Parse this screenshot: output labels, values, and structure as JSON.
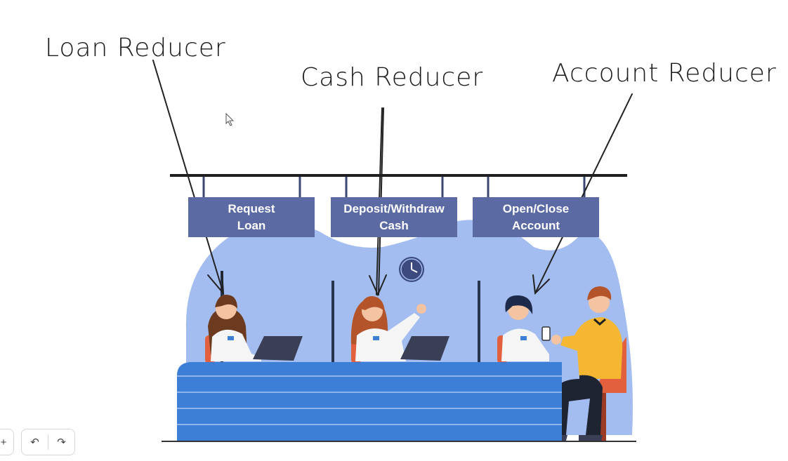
{
  "labels": {
    "loan": "Loan Reducer",
    "cash": "Cash Reducer",
    "account": "Account Reducer"
  },
  "signs": {
    "loan": [
      "Request",
      "Loan"
    ],
    "cash": [
      "Deposit/Withdraw",
      "Cash"
    ],
    "account": [
      "Open/Close",
      "Account"
    ]
  },
  "toolbar": {
    "zoom_in": "+",
    "undo": "↶",
    "redo": "↷"
  },
  "colors": {
    "backdrop": "#a4bdf0",
    "counter": "#3d7fd6",
    "sign": "#5b6aa2",
    "customer_shirt": "#f5b731"
  }
}
